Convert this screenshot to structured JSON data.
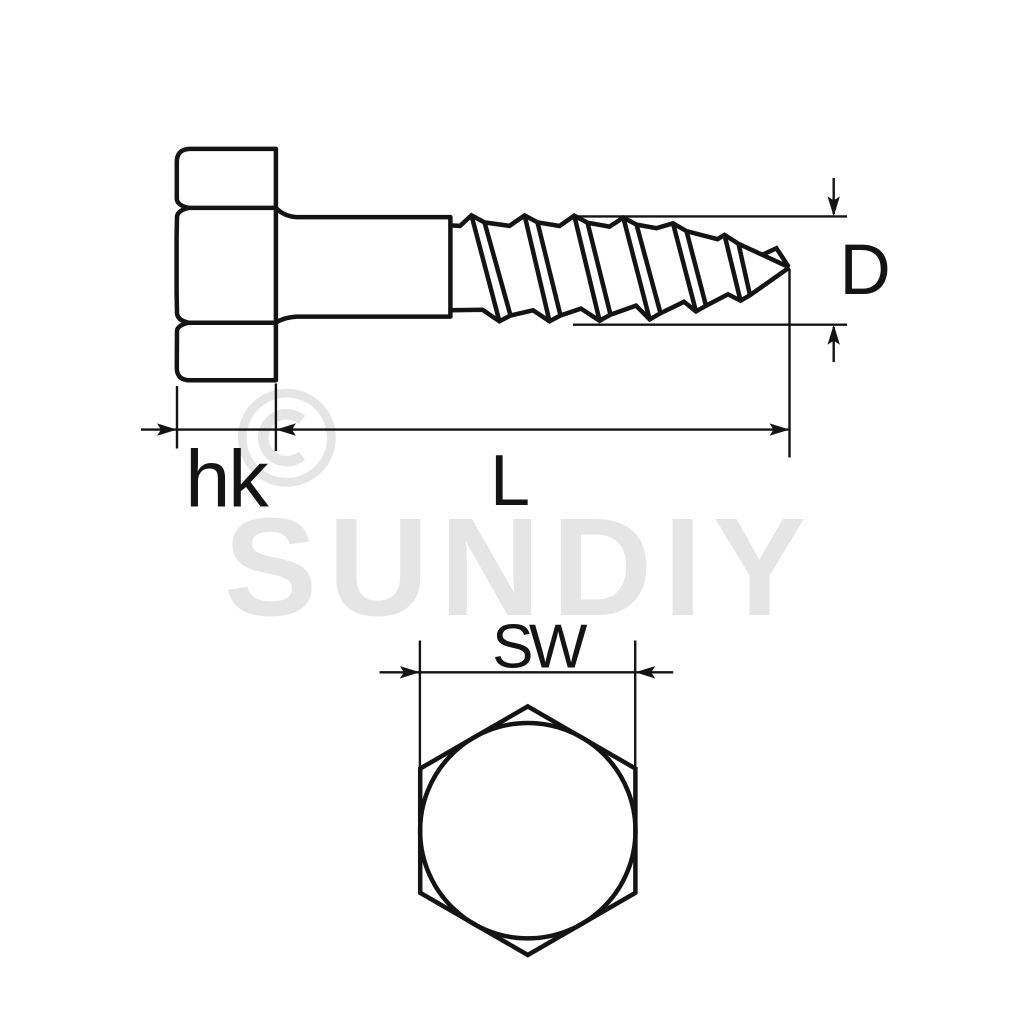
{
  "diagram": {
    "type": "technical-drawing",
    "subject": "hex-head lag screw dimensional drawing",
    "labels": {
      "head_height": "hk",
      "length": "L",
      "diameter": "D",
      "width_across_flats": "SW"
    },
    "watermark": {
      "brand": "SUNDIY",
      "copyright_symbol": "©",
      "color": "#e5e5e5"
    },
    "colors": {
      "line": "#141414",
      "background": "#ffffff"
    }
  }
}
